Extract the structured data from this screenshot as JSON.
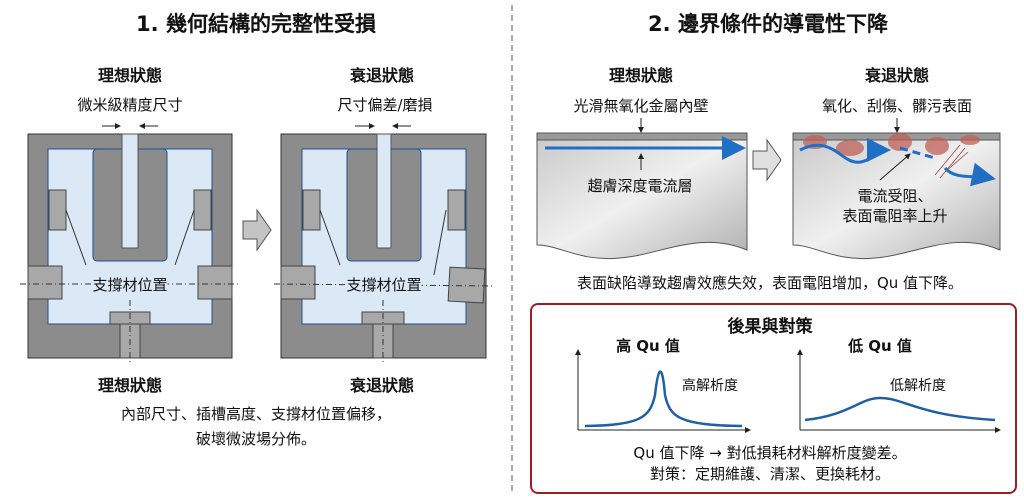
{
  "left": {
    "title": "1. 幾何結構的完整性受損",
    "ideal_label": "理想狀態",
    "degraded_label": "衰退狀態",
    "ideal_note": "微米級精度尺寸",
    "degraded_note": "尺寸偏差/磨損",
    "support_label_ideal": "支撐材位置",
    "support_label_degraded": "支撐材位置",
    "bottom_ideal": "理想狀態",
    "bottom_degraded": "衰退狀態",
    "caption_line1": "內部尺寸、插槽高度、支撐材位置偏移，",
    "caption_line2": "破壞微波場分佈。"
  },
  "right": {
    "title": "2. 邊界條件的導電性下降",
    "ideal_label": "理想狀態",
    "degraded_label": "衰退狀態",
    "ideal_note": "光滑無氧化金屬內壁",
    "degraded_note": "氧化、刮傷、髒污表面",
    "skin_layer": "趨膚深度電流層",
    "blocked_line1": "電流受阻、",
    "blocked_line2": "表面電阻率上升",
    "summary": "表面缺陷導致趨膚效應失效，表面電阻增加，Qu 值下降。"
  },
  "consequence": {
    "title": "後果與對策",
    "high_q": "高 Qu 值",
    "low_q": "低 Qu 值",
    "high_res": "高解析度",
    "low_res": "低解析度",
    "line1": "Qu 值下降 → 對低損耗材料解析度變差。",
    "line2": "對策：定期維護、清潔、更換耗材。"
  },
  "colors": {
    "accent": "#1f6fc5",
    "frame": "#a01e22",
    "metal": "#8c8c8c",
    "cavity": "#dbe9f7"
  }
}
